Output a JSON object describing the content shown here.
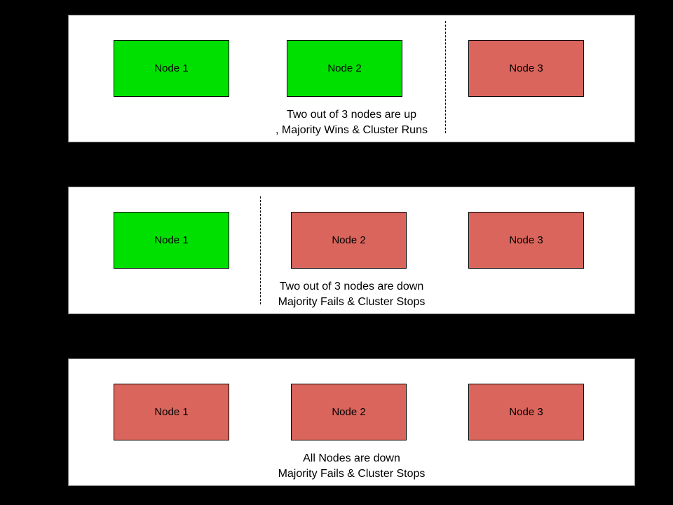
{
  "colors": {
    "page_bg": "#000000",
    "panel_bg": "#ffffff",
    "panel_border": "#777777",
    "node_up": "#00e000",
    "node_down": "#d9655c"
  },
  "panels": [
    {
      "id": "two-nodes-up",
      "nodes": [
        {
          "label": "Node 1",
          "status": "up"
        },
        {
          "label": "Node 2",
          "status": "up"
        },
        {
          "label": "Node 3",
          "status": "down"
        }
      ],
      "divider": {
        "present": true,
        "after_node": 2
      },
      "caption_line1": "Two out of 3 nodes are up",
      "caption_line2": ", Majority Wins & Cluster Runs"
    },
    {
      "id": "two-nodes-down",
      "nodes": [
        {
          "label": "Node 1",
          "status": "up"
        },
        {
          "label": "Node 2",
          "status": "down"
        },
        {
          "label": "Node 3",
          "status": "down"
        }
      ],
      "divider": {
        "present": true,
        "after_node": 1
      },
      "caption_line1": "Two out of 3 nodes are down",
      "caption_line2": "Majority Fails & Cluster Stops"
    },
    {
      "id": "all-nodes-down",
      "nodes": [
        {
          "label": "Node 1",
          "status": "down"
        },
        {
          "label": "Node 2",
          "status": "down"
        },
        {
          "label": "Node 3",
          "status": "down"
        }
      ],
      "divider": {
        "present": false
      },
      "caption_line1": "All Nodes are down",
      "caption_line2": "Majority Fails & Cluster Stops"
    }
  ]
}
